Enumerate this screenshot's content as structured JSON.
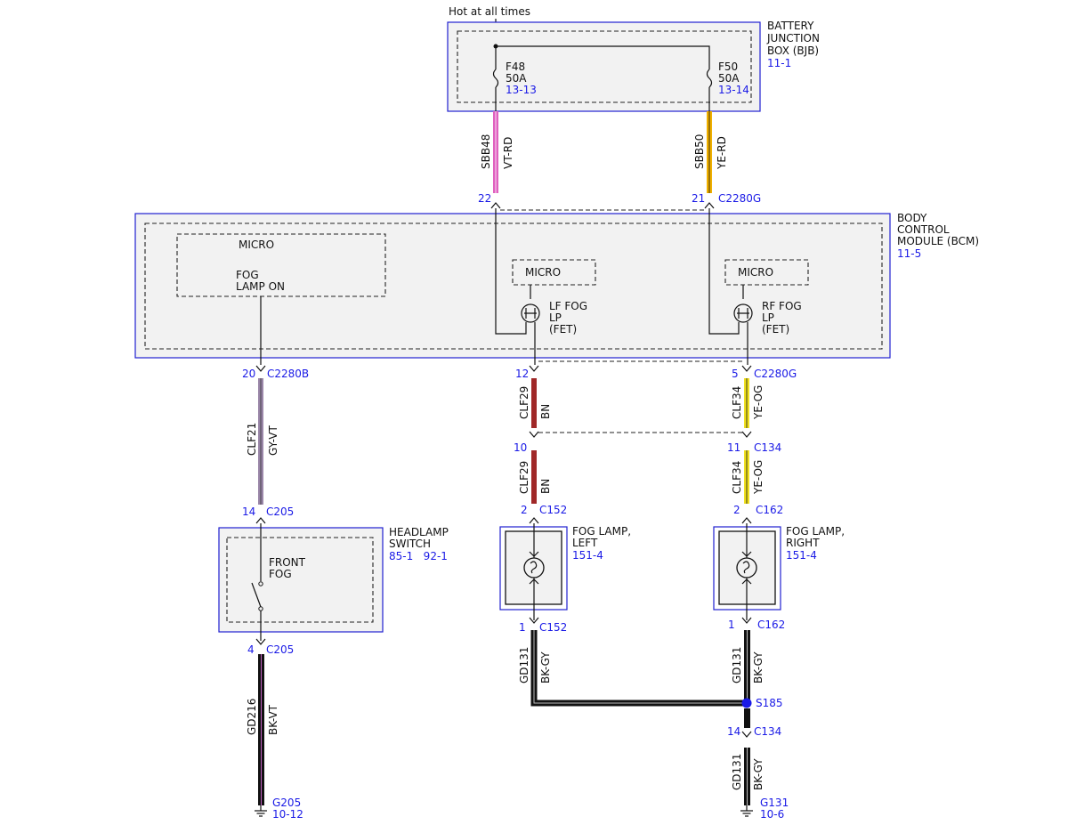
{
  "header": {
    "supply_label": "Hot at all times"
  },
  "bjb": {
    "title_lines": [
      "BATTERY",
      "JUNCTION",
      "BOX (BJB)"
    ],
    "ref": "11-1",
    "fuse_left": {
      "id": "F48",
      "rating": "50A",
      "ref": "13-13"
    },
    "fuse_right": {
      "id": "F50",
      "rating": "50A",
      "ref": "13-14"
    }
  },
  "wires_top": {
    "left": {
      "circuit": "SBB48",
      "color": "VT-RD",
      "color_hex": "#e060c0"
    },
    "right": {
      "circuit": "SBB50",
      "color": "YE-RD",
      "color_hex": "#f0b000"
    }
  },
  "bcm_top_connector": {
    "pin_left": "22",
    "pin_right": "21",
    "connector": "C2280G"
  },
  "bcm": {
    "title_lines": [
      "BODY",
      "CONTROL",
      "MODULE (BCM)"
    ],
    "ref": "11-5",
    "micro_main": {
      "label": "MICRO",
      "line1": "FOG",
      "line2": "LAMP ON"
    },
    "micro_left": {
      "label": "MICRO",
      "fet_lines": [
        "LF FOG",
        "LP",
        "(FET)"
      ]
    },
    "micro_right": {
      "label": "MICRO",
      "fet_lines": [
        "RF FOG",
        "LP",
        "(FET)"
      ]
    }
  },
  "bcm_bottom": {
    "left": {
      "pin": "20",
      "connector": "C2280B"
    },
    "mid": {
      "pin": "12"
    },
    "right": {
      "pin": "5",
      "connector": "C2280G"
    }
  },
  "wires_mid": {
    "gyvt": {
      "circuit": "CLF21",
      "color": "GY-VT",
      "color_hex": "#9a86a8"
    },
    "bn1": {
      "circuit": "CLF29",
      "color": "BN",
      "color_hex": "#a02828"
    },
    "yeog1": {
      "circuit": "CLF34",
      "color": "YE-OG",
      "color_hex": "#f0e020"
    }
  },
  "c134_mid": {
    "pin_left": "10",
    "pin_right": "11",
    "connector": "C134"
  },
  "wires_mid2": {
    "bn2": {
      "circuit": "CLF29",
      "color": "BN"
    },
    "yeog2": {
      "circuit": "CLF34",
      "color": "YE-OG"
    }
  },
  "headlamp_switch": {
    "top_pin": "14",
    "top_connector": "C205",
    "title_lines": [
      "HEADLAMP",
      "SWITCH"
    ],
    "refs": "85-1   92-1",
    "inner_lines": [
      "FRONT",
      "FOG"
    ],
    "bottom_pin": "4",
    "bottom_connector": "C205"
  },
  "fog_left": {
    "top_pin": "2",
    "top_connector": "C152",
    "title_lines": [
      "FOG LAMP,",
      "LEFT"
    ],
    "ref": "151-4",
    "bottom_pin": "1",
    "bottom_connector": "C152"
  },
  "fog_right": {
    "top_pin": "2",
    "top_connector": "C162",
    "title_lines": [
      "FOG LAMP,",
      "RIGHT"
    ],
    "ref": "151-4",
    "bottom_pin": "1",
    "bottom_connector": "C162"
  },
  "ground_wires": {
    "gd216": {
      "circuit": "GD216",
      "color": "BK-VT"
    },
    "gd131_left": {
      "circuit": "GD131",
      "color": "BK-GY"
    },
    "gd131_right": {
      "circuit": "GD131",
      "color": "BK-GY"
    },
    "gd131_lower": {
      "circuit": "GD131",
      "color": "BK-GY"
    }
  },
  "splice": {
    "id": "S185",
    "color_hex": "#1a1ae6"
  },
  "c134_low": {
    "pin": "14",
    "connector": "C134"
  },
  "grounds": {
    "g205": {
      "id": "G205",
      "ref": "10-12"
    },
    "g131": {
      "id": "G131",
      "ref": "10-6"
    }
  }
}
